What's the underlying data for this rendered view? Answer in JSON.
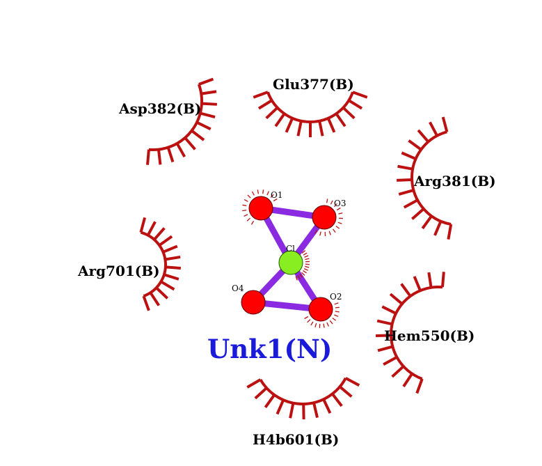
{
  "colors": {
    "background": "#ffffff",
    "arc": "#bb1111",
    "bond": "#8a2be2",
    "oxygen": "#ff0000",
    "chlorine": "#88ee22",
    "ligand_label": "#1a1adb"
  },
  "ligand": {
    "name": "Unk1(N)",
    "atoms": [
      {
        "id": "O1",
        "element": "O"
      },
      {
        "id": "O3",
        "element": "O"
      },
      {
        "id": "Cl",
        "element": "Cl"
      },
      {
        "id": "O4",
        "element": "O"
      },
      {
        "id": "O2",
        "element": "O"
      }
    ]
  },
  "residues": [
    {
      "id": "glu377",
      "label": "Glu377(B)"
    },
    {
      "id": "asp382",
      "label": "Asp382(B)"
    },
    {
      "id": "arg381",
      "label": "Arg381(B)"
    },
    {
      "id": "arg701",
      "label": "Arg701(B)"
    },
    {
      "id": "hem550",
      "label": "Hem550(B)"
    },
    {
      "id": "h4b601",
      "label": "H4b601(B)"
    }
  ]
}
